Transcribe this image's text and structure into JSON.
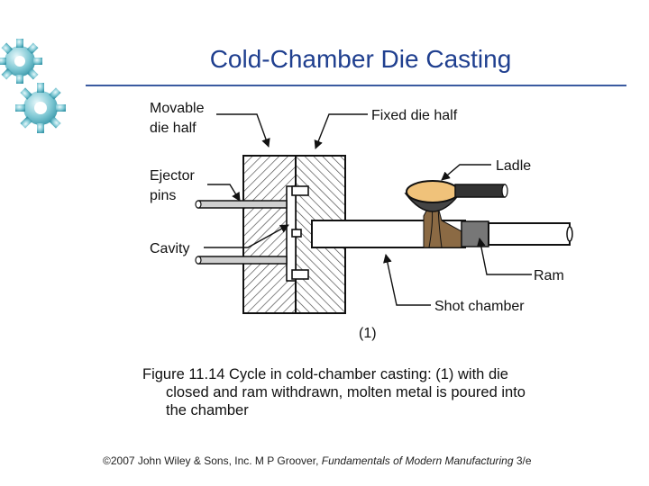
{
  "slide": {
    "title": "Cold‑Chamber Die Casting"
  },
  "diagram": {
    "labels": {
      "movable_line1": "Movable",
      "movable_line2": "die half",
      "fixed": "Fixed die half",
      "ladle": "Ladle",
      "ejector_line1": "Ejector",
      "ejector_line2": "pins",
      "cavity": "Cavity",
      "ram": "Ram",
      "shot_chamber": "Shot chamber",
      "step": "(1)"
    },
    "colors": {
      "molten_metal": "#8b6a44",
      "ladle_metal": "#f0c27a",
      "ram": "#777777",
      "hatch": "#444444"
    }
  },
  "caption": {
    "line1": "Figure 11.14  Cycle in cold‑chamber casting: (1) with die",
    "line2": "closed and ram withdrawn, molten metal is poured into",
    "line3": "the chamber"
  },
  "footer": {
    "prefix": "©2007 John Wiley & Sons, Inc.  M P Groover, ",
    "book": "Fundamentals of Modern Manufacturing",
    "edition": " 3/e"
  },
  "decor": {
    "gear_icon": "gear-icon"
  }
}
